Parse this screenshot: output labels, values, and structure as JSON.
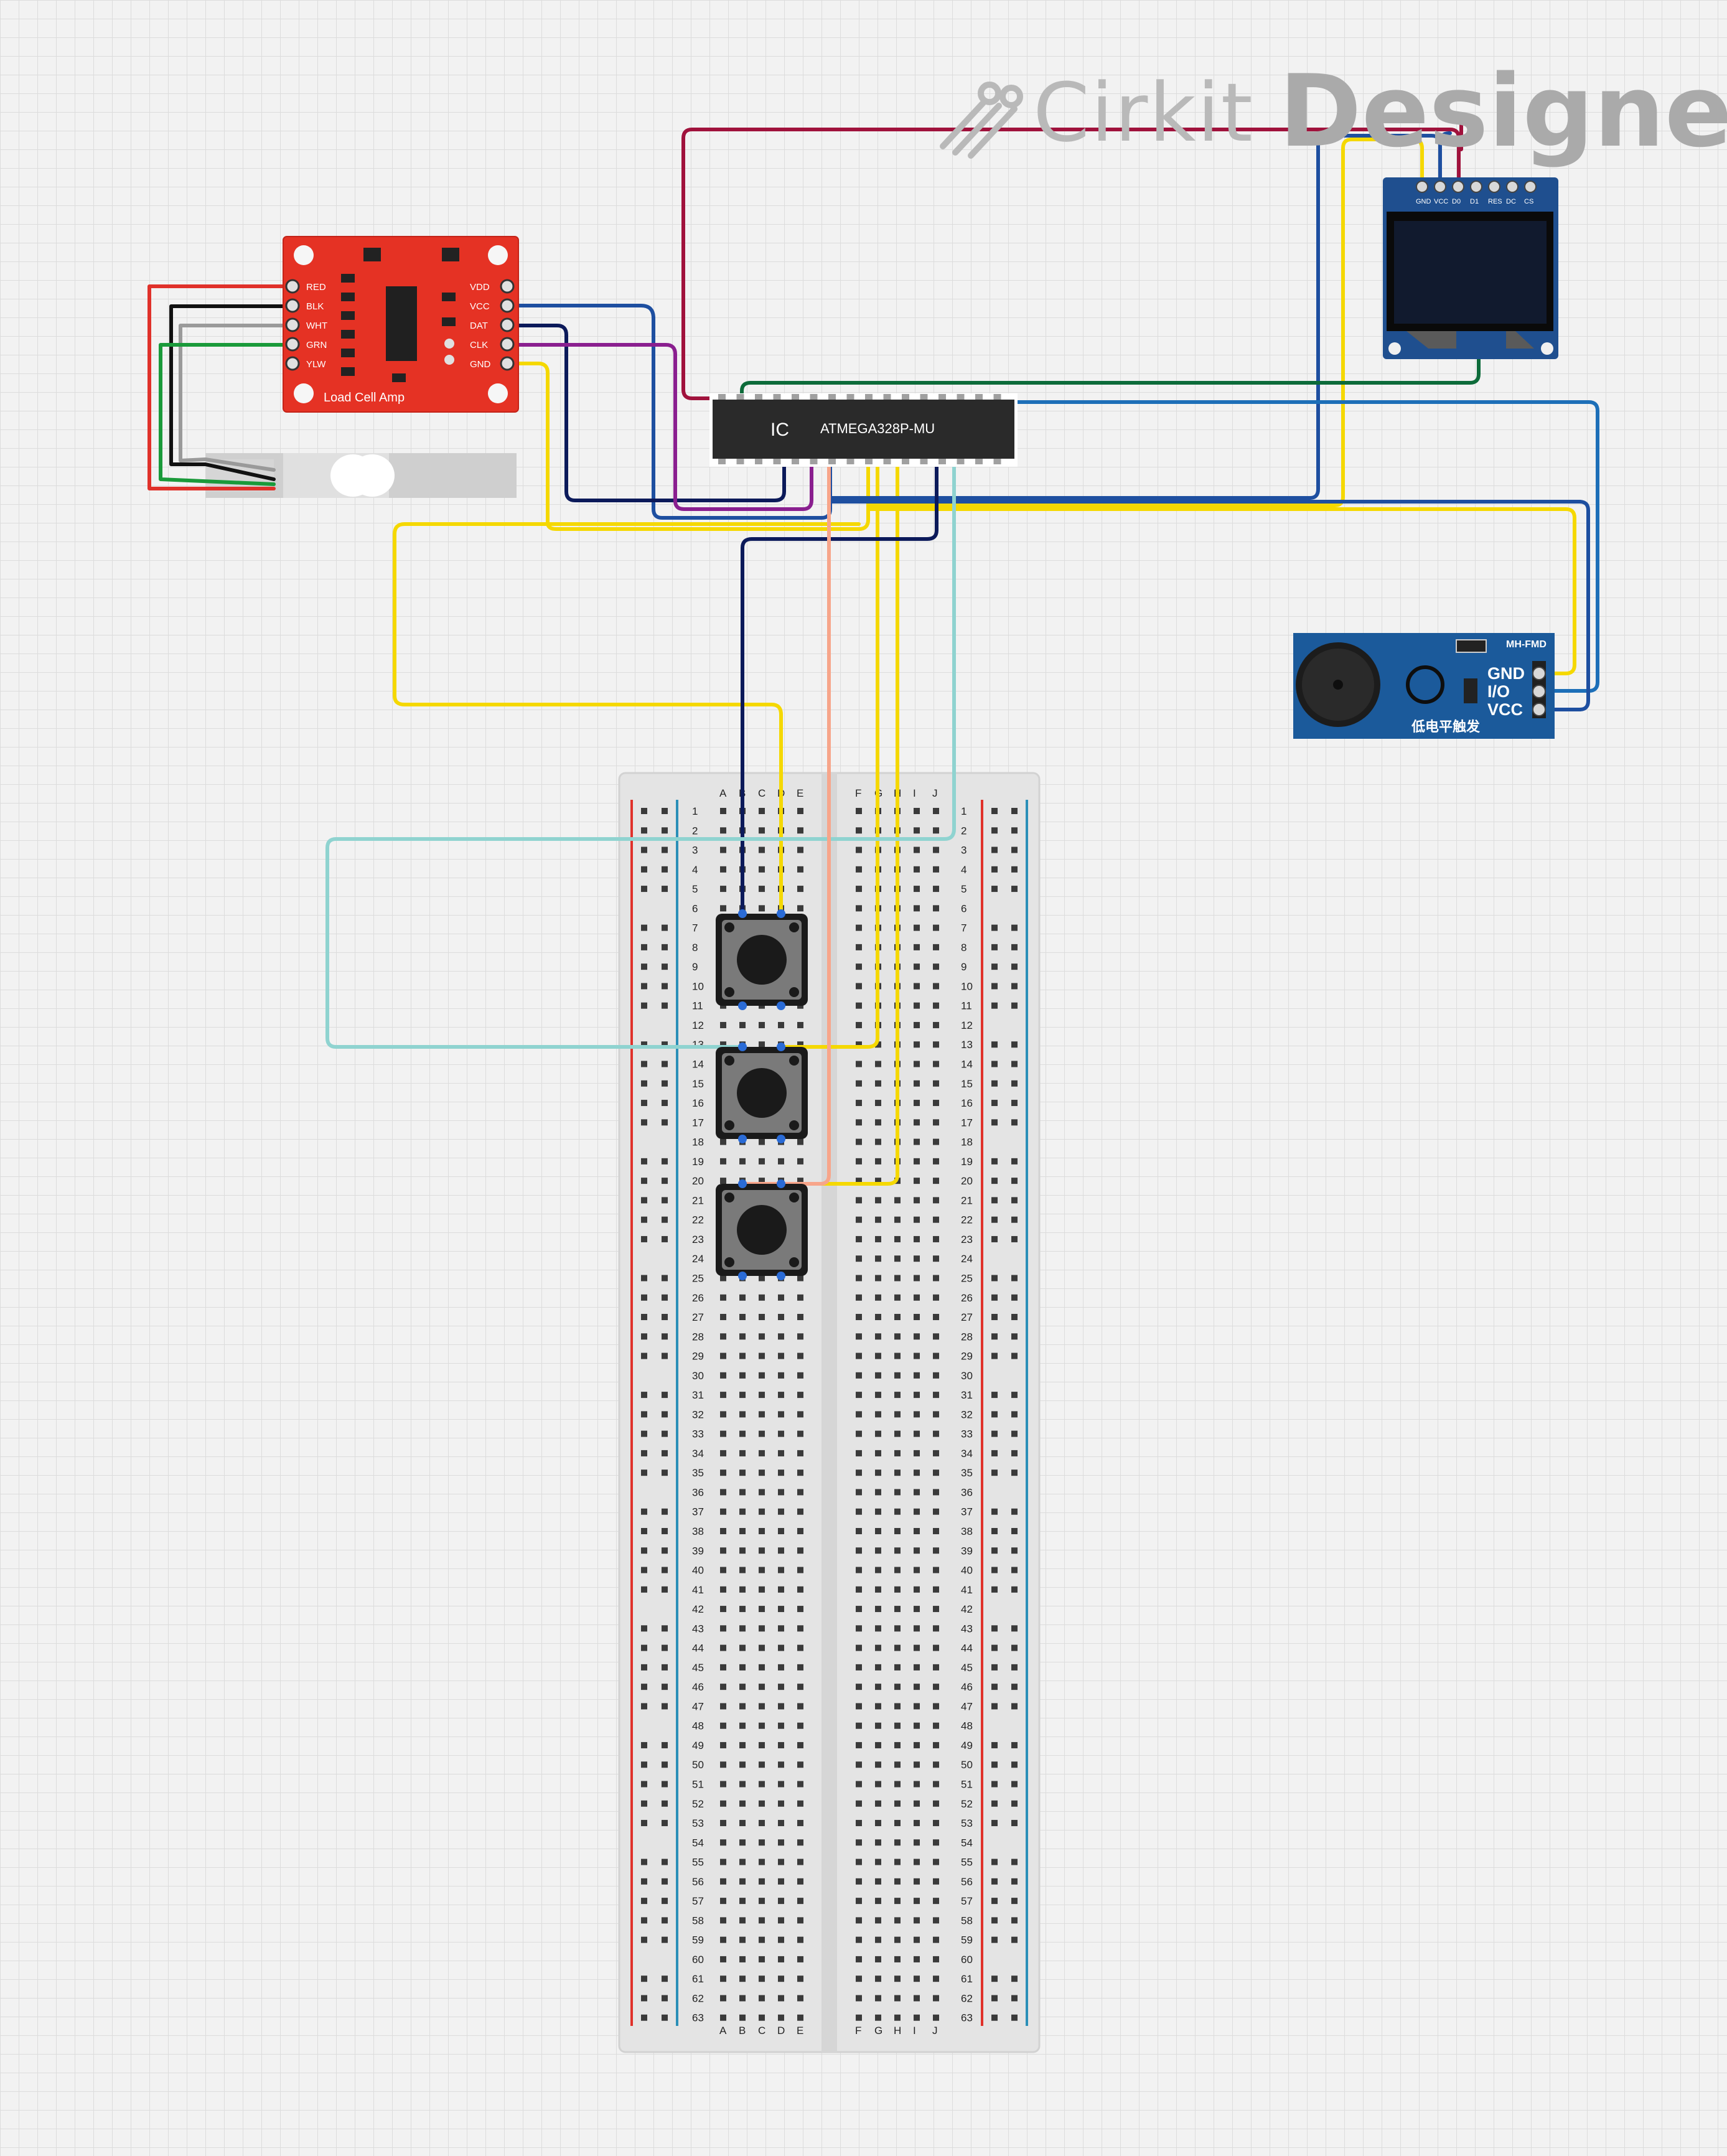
{
  "watermark": {
    "brand_light": "Cirkit",
    "brand_bold": "Designer"
  },
  "load_cell_amp": {
    "title": "Load Cell Amp",
    "left_pins": [
      "RED",
      "BLK",
      "WHT",
      "GRN",
      "YLW"
    ],
    "right_pins": [
      "VDD",
      "VCC",
      "DAT",
      "CLK",
      "GND"
    ]
  },
  "mcu": {
    "badge": "IC",
    "label": "ATMEGA328P-MU"
  },
  "oled": {
    "pins": [
      "GND",
      "VCC",
      "D0",
      "D1",
      "RES",
      "DC",
      "CS"
    ]
  },
  "buzzer": {
    "model": "MH-FMD",
    "pins": [
      "GND",
      "I/O",
      "VCC"
    ],
    "caption": "低电平触发"
  },
  "breadboard": {
    "columns_left": [
      "A",
      "B",
      "C",
      "D",
      "E"
    ],
    "columns_right": [
      "F",
      "G",
      "H",
      "I",
      "J"
    ],
    "rows": 63
  },
  "colors": {
    "red_wire": "#e0312a",
    "black_wire": "#111111",
    "gray_wire": "#9a9a9a",
    "green_wire": "#1a9a3a",
    "blue_wire": "#1e4fa0",
    "navy_wire": "#0c1a5a",
    "purple_wire": "#8a1f8f",
    "yellow_wire": "#f5d800",
    "teal_wire": "#8fd3d0",
    "salmon_wire": "#f7a58a",
    "maroon_wire": "#a0123c",
    "lightblue_wire": "#1d6fb8",
    "darkgreen_wire": "#0d6b3a",
    "amp_board": "#e53224",
    "buzzer_board": "#1b5a9b"
  }
}
